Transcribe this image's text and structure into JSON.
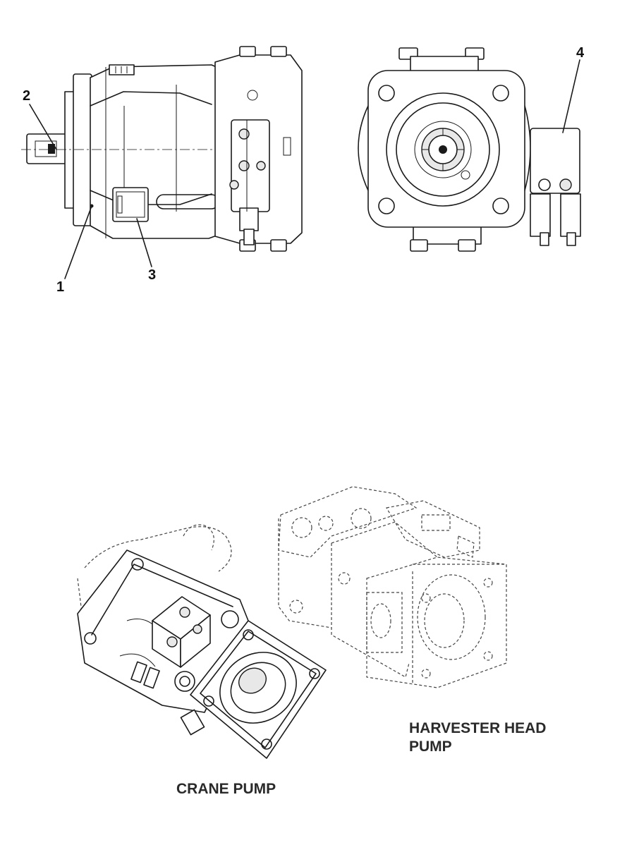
{
  "callouts": {
    "c1": "1",
    "c2": "2",
    "c3": "3",
    "c4": "4"
  },
  "captions": {
    "harvester_line1": "HARVESTER HEAD",
    "harvester_line2": "PUMP",
    "crane": "CRANE PUMP"
  },
  "colors": {
    "line": "#1a1a1a",
    "background": "#ffffff",
    "caption_text": "#2a2a2a"
  }
}
